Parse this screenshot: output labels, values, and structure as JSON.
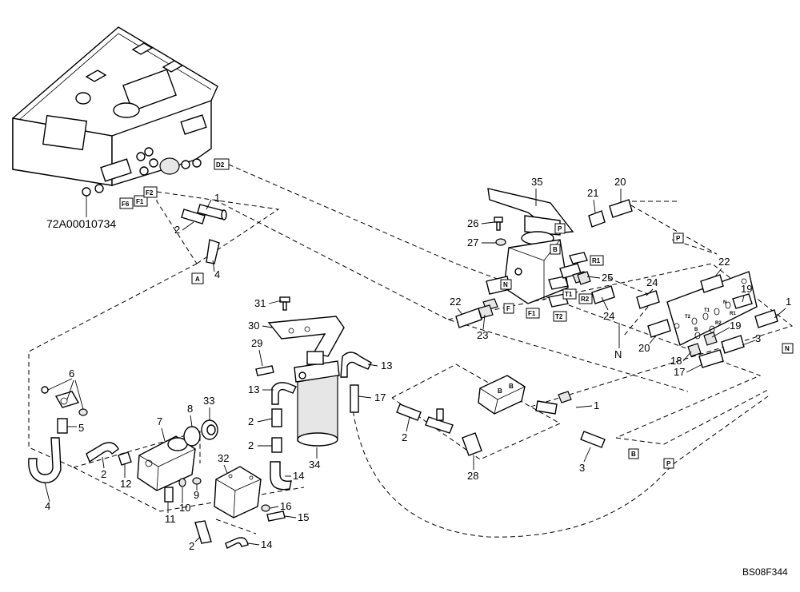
{
  "drawing": {
    "part_code": "72A00010734",
    "sheet_code": "BS08F344"
  },
  "callouts": [
    {
      "id": "c1a",
      "text": "1"
    },
    {
      "id": "c2a",
      "text": "2"
    },
    {
      "id": "c4a",
      "text": "4"
    },
    {
      "id": "c35",
      "text": "35"
    },
    {
      "id": "c21",
      "text": "21"
    },
    {
      "id": "c20a",
      "text": "20"
    },
    {
      "id": "c26",
      "text": "26"
    },
    {
      "id": "c27",
      "text": "27"
    },
    {
      "id": "c25",
      "text": "25"
    },
    {
      "id": "c22a",
      "text": "22"
    },
    {
      "id": "c23",
      "text": "23"
    },
    {
      "id": "c24a",
      "text": "24"
    },
    {
      "id": "c22b",
      "text": "22"
    },
    {
      "id": "c24b",
      "text": "24"
    },
    {
      "id": "c19a",
      "text": "19"
    },
    {
      "id": "c1b",
      "text": "1"
    },
    {
      "id": "c19b",
      "text": "19"
    },
    {
      "id": "c3a",
      "text": "3"
    },
    {
      "id": "c20b",
      "text": "20"
    },
    {
      "id": "c18",
      "text": "18"
    },
    {
      "id": "c17a",
      "text": "17"
    },
    {
      "id": "cN",
      "text": "N"
    },
    {
      "id": "c31",
      "text": "31"
    },
    {
      "id": "c30",
      "text": "30"
    },
    {
      "id": "c29",
      "text": "29"
    },
    {
      "id": "c13a",
      "text": "13"
    },
    {
      "id": "c13b",
      "text": "13"
    },
    {
      "id": "c17b",
      "text": "17"
    },
    {
      "id": "c6",
      "text": "6"
    },
    {
      "id": "c5",
      "text": "5"
    },
    {
      "id": "c4b",
      "text": "4"
    },
    {
      "id": "c2b",
      "text": "2"
    },
    {
      "id": "c12",
      "text": "12"
    },
    {
      "id": "c7",
      "text": "7"
    },
    {
      "id": "c8",
      "text": "8"
    },
    {
      "id": "c33",
      "text": "33"
    },
    {
      "id": "c9",
      "text": "9"
    },
    {
      "id": "c10",
      "text": "10"
    },
    {
      "id": "c11",
      "text": "11"
    },
    {
      "id": "c2c",
      "text": "2"
    },
    {
      "id": "c2d",
      "text": "2"
    },
    {
      "id": "c14a",
      "text": "14"
    },
    {
      "id": "c34",
      "text": "34"
    },
    {
      "id": "c32",
      "text": "32"
    },
    {
      "id": "c16",
      "text": "16"
    },
    {
      "id": "c15",
      "text": "15"
    },
    {
      "id": "c2e",
      "text": "2"
    },
    {
      "id": "c14b",
      "text": "14"
    },
    {
      "id": "c2f",
      "text": "2"
    },
    {
      "id": "c28",
      "text": "28"
    },
    {
      "id": "c1c",
      "text": "1"
    },
    {
      "id": "c3b",
      "text": "3"
    }
  ],
  "port_labels": [
    {
      "id": "pD2",
      "text": "D2"
    },
    {
      "id": "pF6",
      "text": "F6"
    },
    {
      "id": "pF1a",
      "text": "F1"
    },
    {
      "id": "pF2",
      "text": "F2"
    },
    {
      "id": "pA",
      "text": "A"
    },
    {
      "id": "pPtop",
      "text": "P"
    },
    {
      "id": "pPvalve",
      "text": "P"
    },
    {
      "id": "pB",
      "text": "B"
    },
    {
      "id": "pR1",
      "text": "R1"
    },
    {
      "id": "pN",
      "text": "N"
    },
    {
      "id": "pT1",
      "text": "T1"
    },
    {
      "id": "pR2",
      "text": "R2"
    },
    {
      "id": "pF",
      "text": "F"
    },
    {
      "id": "pF1b",
      "text": "F1"
    },
    {
      "id": "pT2",
      "text": "T2"
    },
    {
      "id": "pNright",
      "text": "N"
    },
    {
      "id": "pBbot",
      "text": "B"
    },
    {
      "id": "pPbot",
      "text": "P"
    }
  ],
  "block_marks": [
    "B",
    "B"
  ],
  "plate_marks": [
    "T2",
    "T1",
    "N",
    "R1",
    "B",
    "R2"
  ]
}
